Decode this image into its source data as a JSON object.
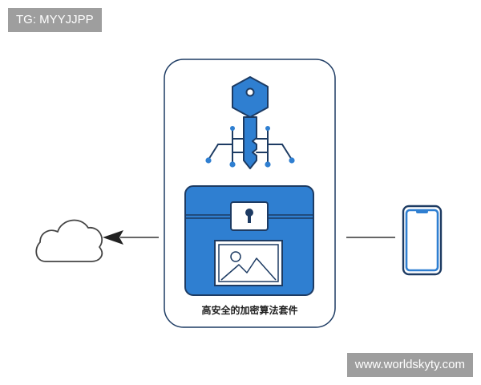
{
  "watermarks": {
    "top": "TG: MYYJJPP",
    "bottom": "www.worldskyty.com"
  },
  "caption": "高安全的加密算法套件",
  "colors": {
    "accent": "#2f7fd1",
    "line": "#1d3b63",
    "cloud": "#444444",
    "arrow": "#333333"
  },
  "icons": [
    "cloud-icon",
    "key-icon",
    "keyhole-icon",
    "image-icon",
    "phone-icon",
    "arrow-left-icon"
  ]
}
